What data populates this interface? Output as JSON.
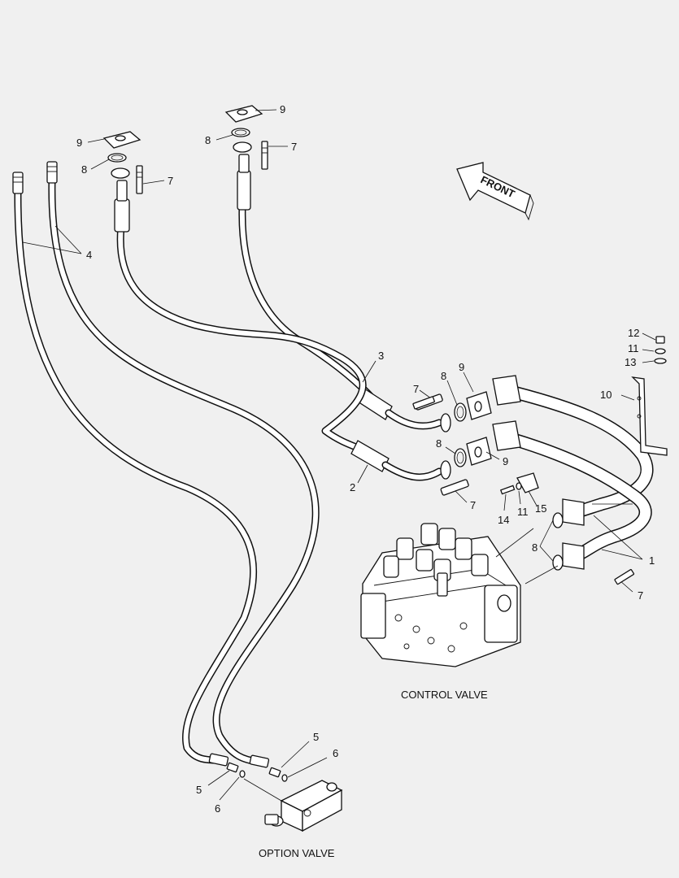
{
  "captions": {
    "control_valve": "CONTROL VALVE",
    "option_valve": "OPTION VALVE",
    "front": "FRONT"
  },
  "callouts": {
    "c9a": "9",
    "c8a": "8",
    "c7a": "7",
    "c9b": "9",
    "c8b": "8",
    "c7b": "7",
    "c4": "4",
    "c3": "3",
    "c2": "2",
    "c7c": "7",
    "c8c": "8",
    "c9c": "9",
    "c8d": "8",
    "c9d": "9",
    "c7d": "7",
    "c12": "12",
    "c11a": "11",
    "c13": "13",
    "c10": "10",
    "c14": "14",
    "c11b": "11",
    "c15": "15",
    "c8e": "8",
    "c1": "1",
    "c7e": "7",
    "c5a": "5",
    "c6a": "6",
    "c5b": "5",
    "c6b": "6"
  },
  "colors": {
    "background": "#f0f0f0",
    "line": "#111111",
    "fill": "#ffffff"
  }
}
